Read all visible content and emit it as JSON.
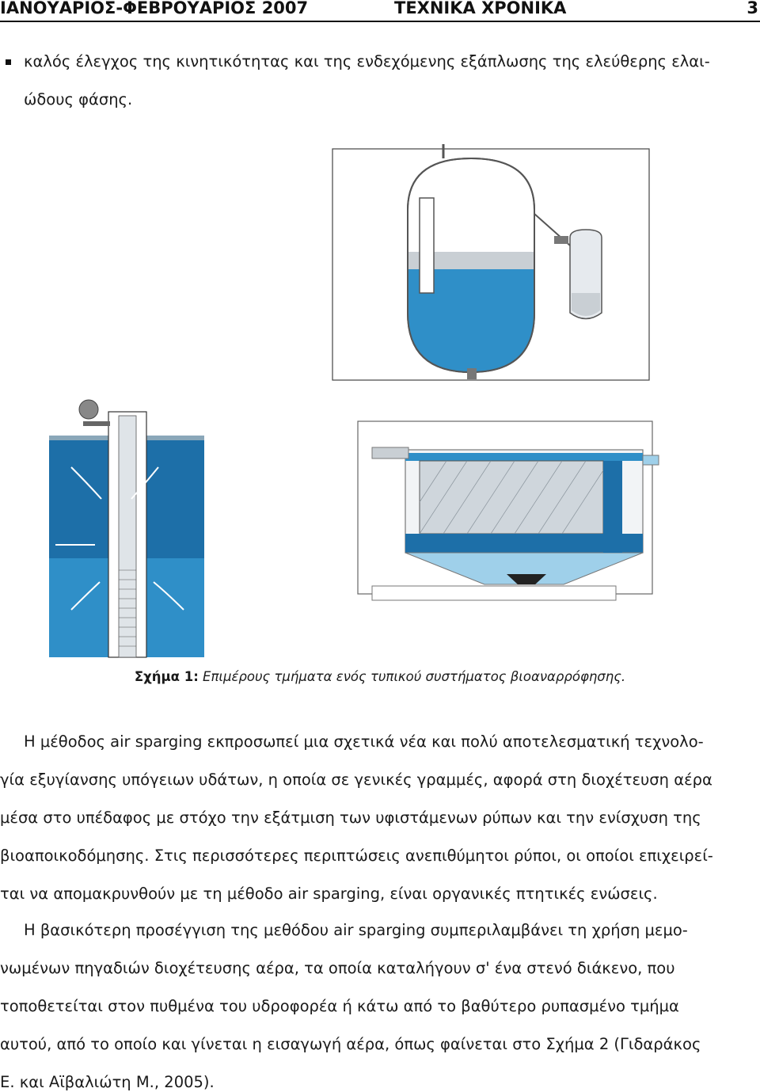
{
  "header": {
    "left": "ΙΑΝΟΥΑΡΙΟΣ-ΦΕΒΡΟΥΑΡΙΟΣ 2007",
    "center": "ΤΕΧΝΙΚΑ ΧΡΟΝΙΚΑ",
    "page_number": "3"
  },
  "bullet": {
    "line1": "καλός έλεγχος της κινητικότητας και της ενδεχόμενης εξάπλωσης της ελεύθερης ελαι-",
    "line2": "ώδους φάσης."
  },
  "caption": {
    "label": "Σχήμα 1:",
    "text": " Επιμέρους τμήματα ενός τυπικού συστήματος βιοαναρρόφησης."
  },
  "body": {
    "lines": [
      "Η μέθοδος air sparging εκπροσωπεί μια σχετικά νέα και πολύ αποτελεσματική τεχνολο-",
      "γία εξυγίανσης υπόγειων υδάτων, η οποία σε γενικές γραμμές, αφορά στη διοχέτευση αέρα",
      "μέσα στο υπέδαφος με στόχο την εξάτμιση των υφιστάμενων ρύπων και την ενίσχυση της",
      "βιοαποικοδόμησης. Στις περισσότερες περιπτώσεις ανεπιθύμητοι ρύποι, οι οποίοι επιχειρεί-",
      "ται να απομακρυνθούν με τη μέθοδο air sparging, είναι οργανικές πτητικές ενώσεις.",
      "Η βασικότερη προσέγγιση της μεθόδου air sparging συμπεριλαμβάνει τη χρήση μεμο-",
      "νωμένων πηγαδιών διοχέτευσης αέρα, τα οποία καταλήγουν σ' ένα στενό διάκενο, που",
      "τοποθετείται στον πυθμένα του υδροφορέα ή κάτω από το βαθύτερο ρυπασμένο τμήμα",
      "αυτού, από το οποίο και γίνεται η εισαγωγή αέρα, όπως φαίνεται στο Σχήμα 2 (Γιδαράκος",
      "Ε. και Αϊβαλιώτη Μ., 2005)."
    ]
  },
  "colors": {
    "water_blue": "#2f8fc8",
    "deep_blue": "#1d6fa8",
    "light_blue": "#9fd0ea",
    "tank_gray": "#c9cfd4",
    "nav_dark": "#1f4e6e"
  }
}
